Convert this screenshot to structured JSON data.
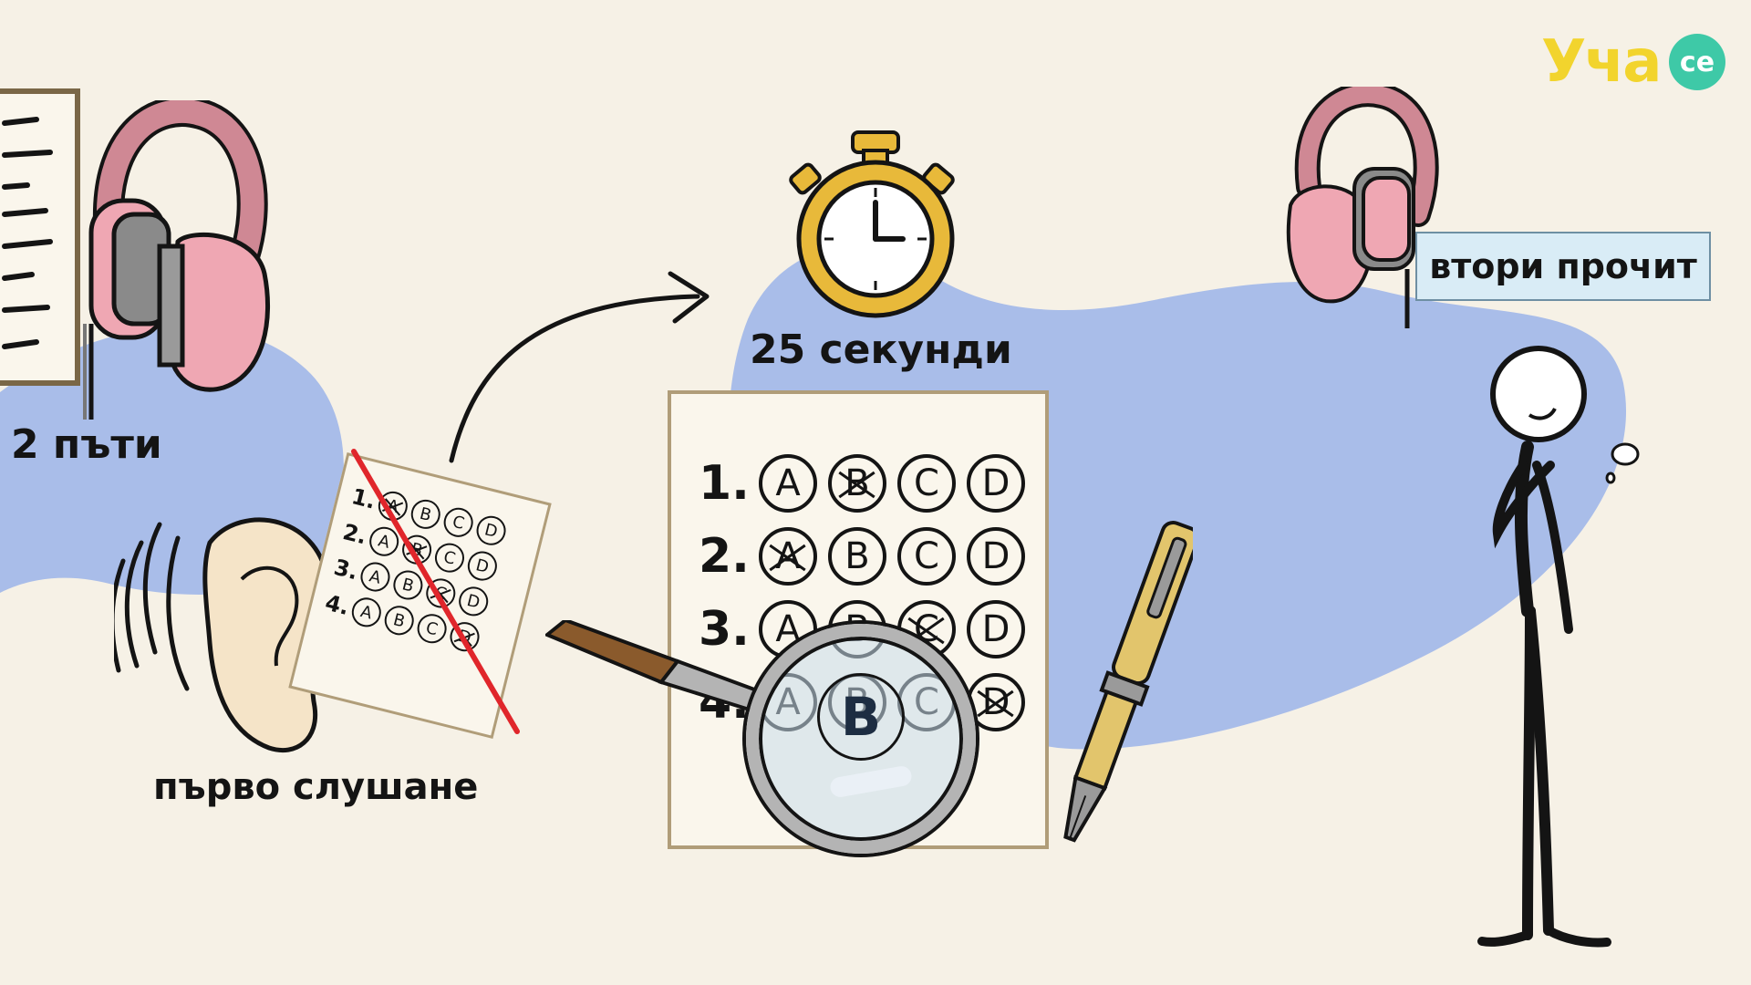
{
  "logo": {
    "text": "Уча",
    "badge": "се",
    "color": "#f2d42d",
    "badge_color": "#3ec9a7"
  },
  "labels": {
    "times": "2 пъти",
    "first_listen": "първо слушане",
    "seconds": "25 секунди",
    "second_reading": "втори прочит"
  },
  "answer_sheet": {
    "rows": [
      {
        "number": "1.",
        "options": [
          "A",
          "B",
          "C",
          "D"
        ],
        "crossed": [
          "B"
        ]
      },
      {
        "number": "2.",
        "options": [
          "A",
          "B",
          "C",
          "D"
        ],
        "crossed": [
          "A"
        ]
      },
      {
        "number": "3.",
        "options": [
          "A",
          "B",
          "C",
          "D"
        ],
        "crossed": [
          "C"
        ]
      },
      {
        "number": "4.",
        "options": [
          "A",
          "B",
          "C",
          "D"
        ],
        "crossed": [
          "D"
        ]
      }
    ]
  },
  "small_sheet": {
    "rows": [
      {
        "number": "1.",
        "options": [
          "A",
          "B",
          "C",
          "D"
        ],
        "crossed": [
          "A"
        ]
      },
      {
        "number": "2.",
        "options": [
          "A",
          "B",
          "C",
          "D"
        ],
        "crossed": [
          "B"
        ]
      },
      {
        "number": "3.",
        "options": [
          "A",
          "B",
          "C",
          "D"
        ],
        "crossed": [
          "C"
        ]
      },
      {
        "number": "4.",
        "options": [
          "A",
          "B",
          "C",
          "D"
        ],
        "crossed": [
          "D"
        ]
      }
    ]
  },
  "magnified_letter": "B",
  "colors": {
    "background": "#f6f1e6",
    "blob": "#a9bde9",
    "headphone_pink": "#efa7b3",
    "headphone_band": "#cf8894",
    "stopwatch_gold": "#e8b93a",
    "pen_gold": "#e2c56c",
    "strike_red": "#e0262b",
    "ink": "#141414"
  },
  "icons": [
    "headphones-icon",
    "stopwatch-icon",
    "ear-icon",
    "magnifier-icon",
    "fountain-pen-icon",
    "stick-figure",
    "thought-bubble-icon",
    "arrow-icon"
  ]
}
